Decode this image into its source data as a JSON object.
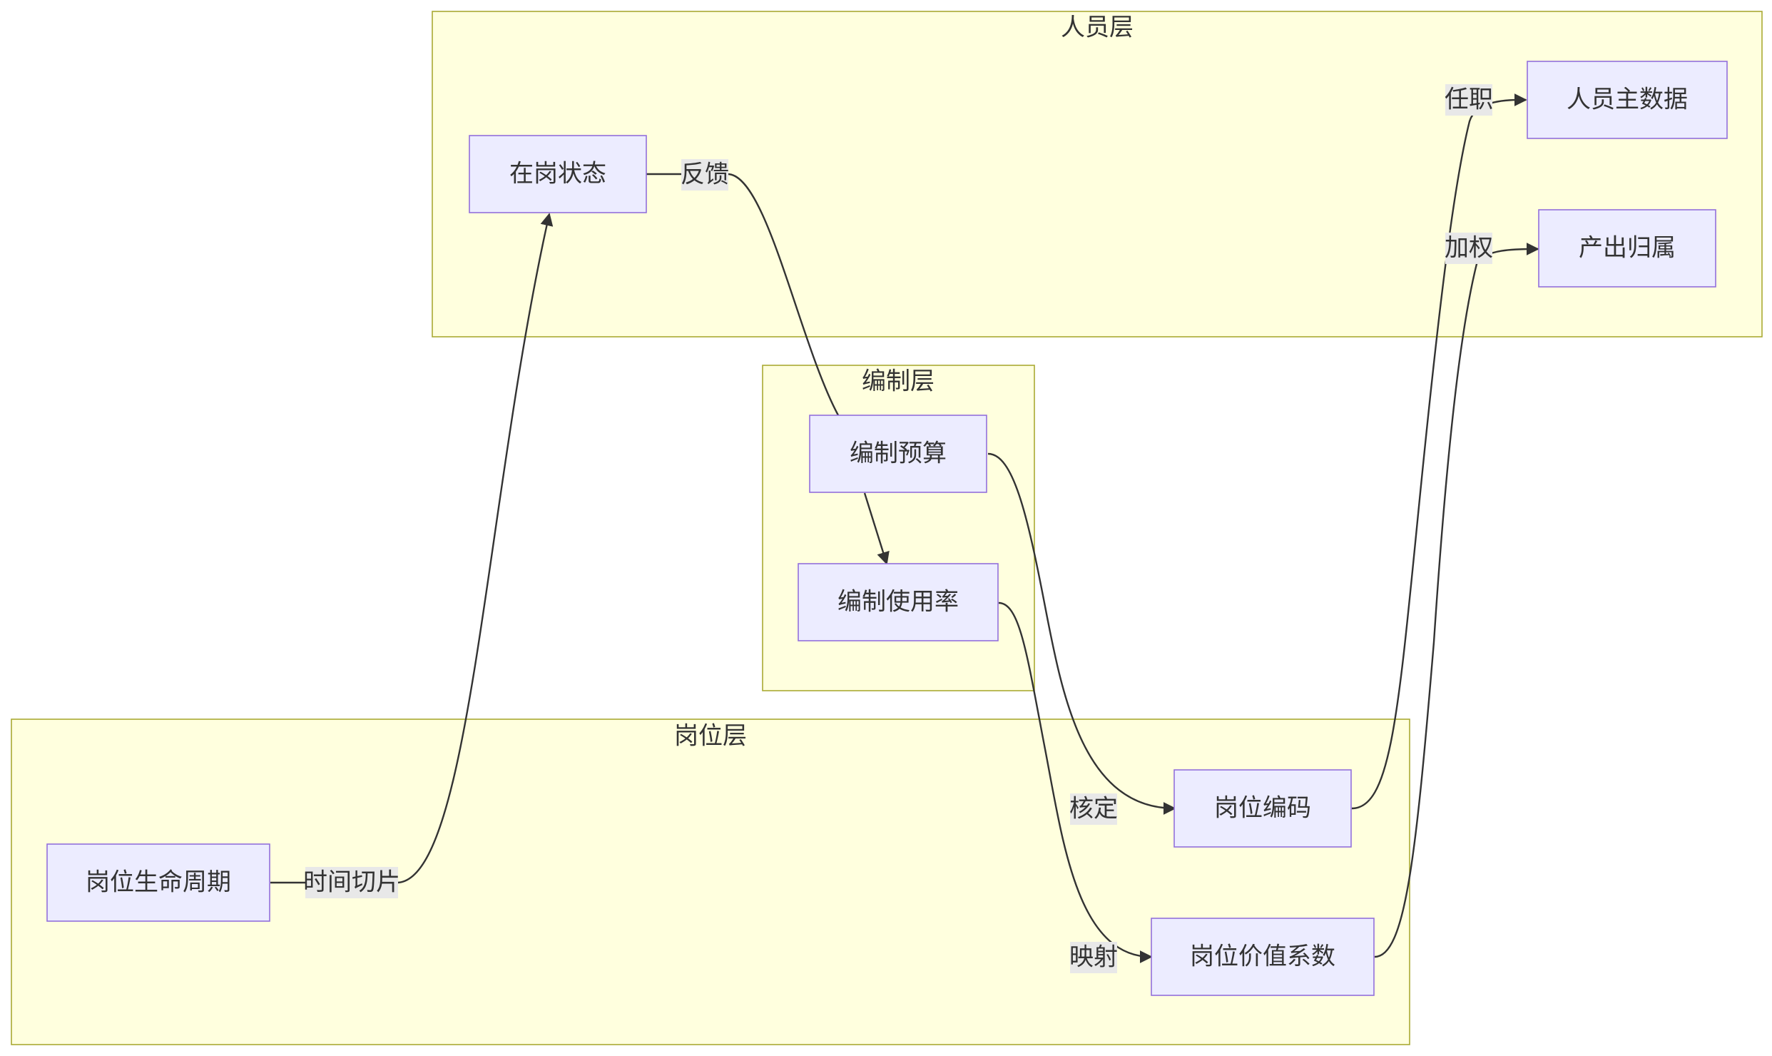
{
  "clusters": {
    "personnel": {
      "title": "人员层"
    },
    "staffing": {
      "title": "编制层"
    },
    "position": {
      "title": "岗位层"
    }
  },
  "nodes": {
    "onduty": "在岗状态",
    "master": "人员主数据",
    "output": "产出归属",
    "budget": "编制预算",
    "usage": "编制使用率",
    "lifecycle": "岗位生命周期",
    "code": "岗位编码",
    "value": "岗位价值系数"
  },
  "edges": {
    "feedback": "反馈",
    "timeslice": "时间切片",
    "approve": "核定",
    "mapping": "映射",
    "tenure": "任职",
    "weighting": "加权"
  },
  "colors": {
    "cluster_fill": "#ffffde",
    "cluster_stroke": "#aaaa33",
    "node_fill": "#ececff",
    "node_stroke": "#9370db",
    "edge": "#333333",
    "label_bg": "#e8e8e8"
  }
}
